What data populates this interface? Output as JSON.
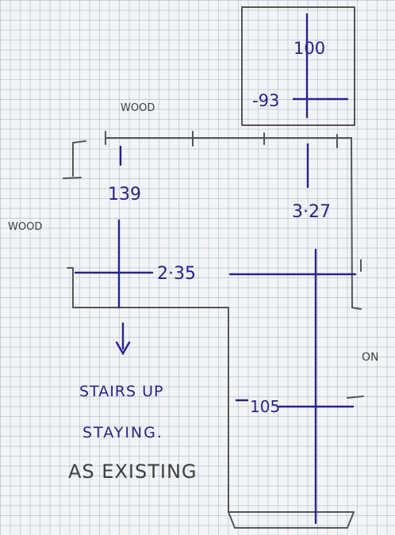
{
  "diagram": {
    "colors": {
      "ink": "#27238f",
      "pencil": "#555555",
      "paper": "#f3f4f6",
      "grid": "#96a5be"
    },
    "box_measurements": {
      "vertical": "100",
      "horizontal": "-93"
    },
    "labels": {
      "wood_top": "WOOD",
      "wood_left": "WOOD",
      "on_right": "ON",
      "stairs_note_line1": "STAIRS UP",
      "stairs_note_line2": "STAYING.",
      "stairs_note_line3": "AS EXISTING",
      "arrow": "↓"
    },
    "measurements": {
      "left_vertical": "139",
      "right_vertical": "3·27",
      "horizontal": "2·35",
      "lower_horizontal": "105"
    }
  }
}
